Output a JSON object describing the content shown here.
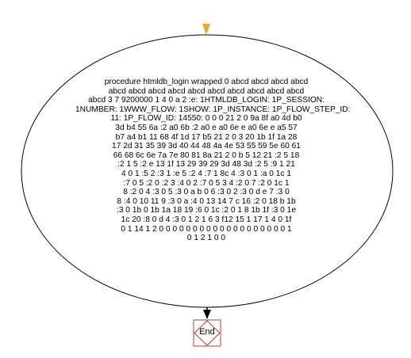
{
  "colors": {
    "start_marker": "#f5a623",
    "node_border": "#000000",
    "end_border": "#c0392b",
    "text": "#000000"
  },
  "procedure_node": {
    "lines": [
      "procedure htmldb_login wrapped 0 abcd abcd abcd abcd",
      "abcd abcd abcd abcd abcd abcd abcd abcd abcd abcd",
      "abcd 3 7 9200000 1 4 0 a 2 :e: 1HTMLDB_LOGIN: 1P_SESSION:",
      "1NUMBER: 1WWW_FLOW: 1SHOW: 1P_INSTANCE: 1P_FLOW_STEP_ID:",
      "11: 1P_FLOW_ID: 14550: 0 0 0 21 2 0 9a 8f a0 4d b0",
      "3d b4 55 6a :2 a0 6b :2 a0 e a0 6e e a0 6e e a5 57",
      "b7 a4 b1 11 68 4f 1d 17 b5 21 2 0 3 20 1b 1f 1a 28",
      "17 2d 31 35 39 3d 40 44 48 4a 4e 53 55 59 5e 60 61",
      "66 68 6c 6e 7a 7e 80 81 8a 21 2 0 b 5 12 21 :2 5 18",
      ":2 1 5 :2 e 13 1f 13 29 39 29 3d 48 3d :2 5 :9 1 21",
      "4 0 1 :5 2 :3 1 :e 5 :2 4 :7 1 8c 4 :3 0 1 :a 0 1c 1",
      ":7 0 5 :2 0 :2 3 :4 0 2 :7 0 5 3 4 :2 0 7 :2 0 1c 1",
      "8 :2 0 4 :3 0 5 :3 0 a b 0 6 :3 0 2 :3 0 d e 7 :3 0",
      "8 :4 0 10 11 9 :3 0 a :4 0 13 14 7 c 16 :2 0 18 b 1b",
      ":3 0 1b 0 1b 1a 18 19 :6 0 1c :2 0 1 8 1b 1f :3 0 1e",
      "1c 20 :8 0 d 4 :3 0 1 2 1 6 3 f12 15 1 17 1 4 0 1f",
      "0 1 14 1 2 0 0 0 0 0 0 0 0 0 0 0 0 0 0 0 0 0 0 0 1",
      "0 1 2 1 0 0"
    ]
  },
  "end_node": {
    "label": "End"
  }
}
